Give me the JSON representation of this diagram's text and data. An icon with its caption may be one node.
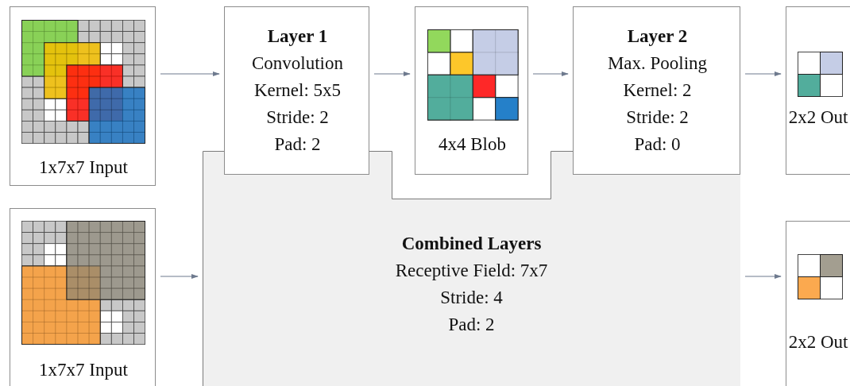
{
  "diagram": {
    "nodes": [
      {
        "text": [
          "1x7x7 Input"
        ]
      },
      {
        "text": [
          "Layer 1",
          "Convolution",
          "Kernel: 5x5",
          "Stride: 2",
          "Pad: 2"
        ]
      },
      {
        "text": [
          "4x4 Blob"
        ]
      },
      {
        "text": [
          "Layer 2",
          "Max. Pooling",
          "Kernel: 2",
          "Stride: 2",
          "Pad: 0"
        ]
      },
      {
        "text": [
          "2x2 Out"
        ]
      },
      {
        "text": [
          "1x7x7 Input"
        ]
      },
      {
        "text": [
          "Combined Layers",
          "Receptive Field: 7x7",
          "Stride: 4",
          "Pad: 2"
        ]
      },
      {
        "text": [
          "2x2 Out"
        ]
      }
    ],
    "edges": [
      {
        "from": 0,
        "to": 1,
        "arrow": "to"
      },
      {
        "from": 1,
        "to": 2,
        "arrow": "to"
      },
      {
        "from": 2,
        "to": 3,
        "arrow": "to"
      },
      {
        "from": 3,
        "to": 4,
        "arrow": "to"
      },
      {
        "from": 5,
        "to": 6,
        "arrow": "to"
      },
      {
        "from": 6,
        "to": 7,
        "arrow": "to"
      }
    ]
  }
}
